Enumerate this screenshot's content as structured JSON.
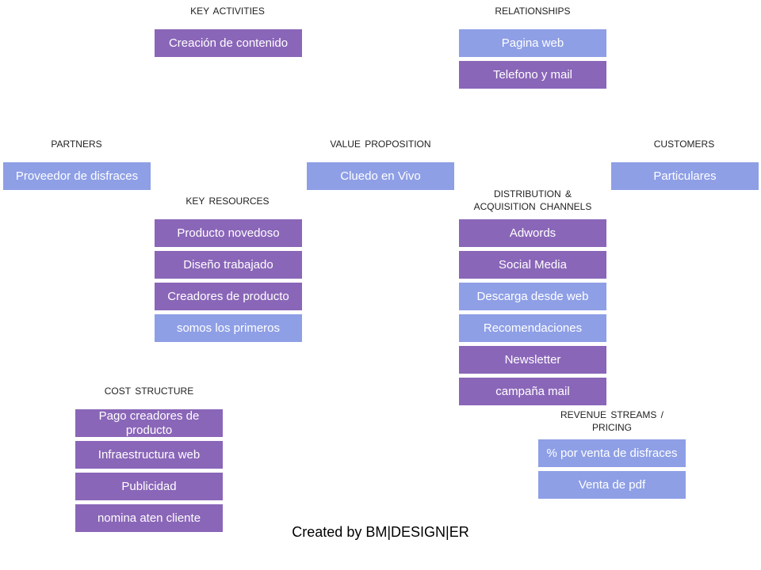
{
  "colors": {
    "purple": "#8a66b8",
    "blue": "#8e9fe6",
    "label_text": "#222222",
    "box_text": "#ffffff"
  },
  "key_activities": {
    "label": "KEY ACTIVITIES",
    "items": [
      "Creación de contenido"
    ]
  },
  "relationships": {
    "label": "RELATIONSHIPS",
    "items": [
      "Pagina web",
      "Telefono y mail"
    ]
  },
  "partners": {
    "label": "PARTNERS",
    "items": [
      "Proveedor de disfraces"
    ]
  },
  "value_proposition": {
    "label": "VALUE PROPOSITION",
    "items": [
      "Cluedo en Vivo"
    ]
  },
  "customers": {
    "label": "CUSTOMERS",
    "items": [
      "Particulares"
    ]
  },
  "key_resources": {
    "label": "KEY RESOURCES",
    "items": [
      "Producto novedoso",
      "Diseño trabajado",
      "Creadores de producto",
      "somos los primeros"
    ]
  },
  "distribution": {
    "label": "DISTRIBUTION  &\nACQUISITION  CHANNELS",
    "items": [
      "Adwords",
      "Social Media",
      "Descarga desde web",
      "Recomendaciones",
      "Newsletter",
      "campaña mail"
    ]
  },
  "cost_structure": {
    "label": "COST  STRUCTURE",
    "items": [
      "Pago creadores de producto",
      "Infraestructura web",
      "Publicidad",
      "nomina aten cliente"
    ]
  },
  "revenue_streams": {
    "label": "REVENUE STREAMS /\nPRICING",
    "items": [
      "% por venta de disfraces",
      "Venta de pdf"
    ]
  },
  "footer": {
    "text": "Created by BM|DESIGN|ER"
  }
}
